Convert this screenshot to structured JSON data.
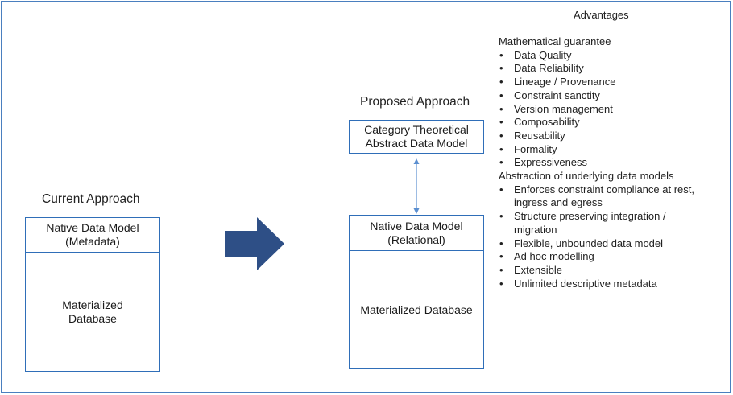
{
  "current": {
    "title": "Current Approach",
    "header_lines": [
      "Native Data Model",
      "(Metadata)"
    ],
    "body_lines": [
      "Materialized",
      "Database"
    ]
  },
  "proposed": {
    "title": "Proposed Approach",
    "category_lines": [
      "Category Theoretical",
      "Abstract Data Model"
    ],
    "header_lines": [
      "Native Data Model",
      "(Relational)"
    ],
    "body_lines": [
      "Materialized Database"
    ]
  },
  "advantages": {
    "title": "Advantages",
    "groups": [
      {
        "heading": "Mathematical guarantee",
        "items": [
          "Data Quality",
          "Data Reliability",
          "Lineage / Provenance",
          "Constraint sanctity",
          "Version management",
          "Composability",
          "Reusability",
          "Formality",
          "Expressiveness"
        ]
      },
      {
        "heading": "Abstraction of underlying data models",
        "items": [
          "Enforces constraint compliance at rest, ingress and egress",
          "Structure preserving integration / migration",
          "Flexible, unbounded data model",
          "Ad hoc modelling",
          "Extensible",
          "Unlimited descriptive metadata"
        ]
      }
    ]
  },
  "colors": {
    "border": "#2f6eb8",
    "arrow": "#2e4f86",
    "connector": "#5b8fd0"
  },
  "icons": {
    "transition_arrow": "right-arrow-icon",
    "connector": "double-arrow-icon"
  }
}
